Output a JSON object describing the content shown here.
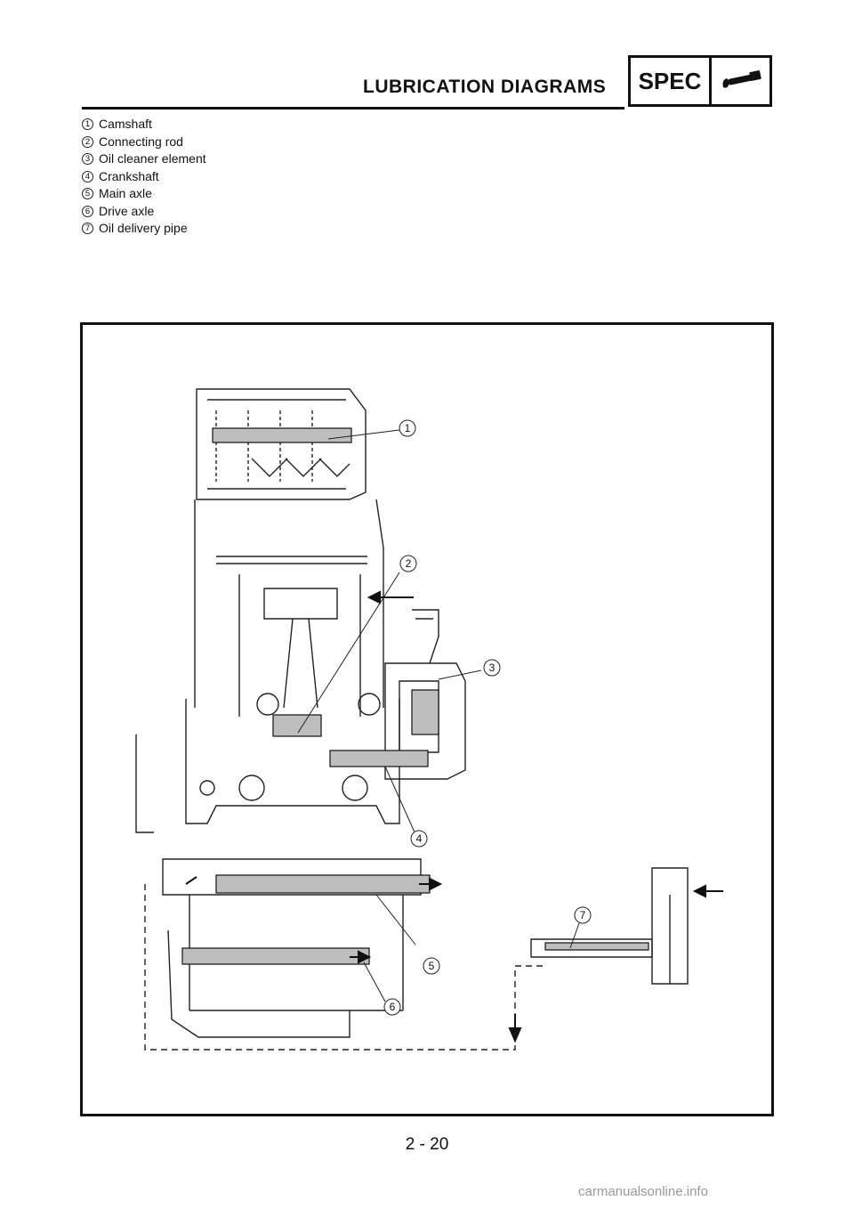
{
  "header": {
    "title": "LUBRICATION DIAGRAMS",
    "spec_label": "SPEC",
    "spec_icon": "wrench-icon"
  },
  "legend": [
    {
      "num": "1",
      "label": "Camshaft"
    },
    {
      "num": "2",
      "label": "Connecting rod"
    },
    {
      "num": "3",
      "label": "Oil cleaner element"
    },
    {
      "num": "4",
      "label": "Crankshaft"
    },
    {
      "num": "5",
      "label": "Main axle"
    },
    {
      "num": "6",
      "label": "Drive axle"
    },
    {
      "num": "7",
      "label": "Oil delivery pipe"
    }
  ],
  "diagram": {
    "callouts": [
      "1",
      "2",
      "3",
      "4",
      "5",
      "6",
      "7"
    ]
  },
  "footer": {
    "page_number": "2 - 20",
    "watermark": "carmanualsonline.info"
  }
}
